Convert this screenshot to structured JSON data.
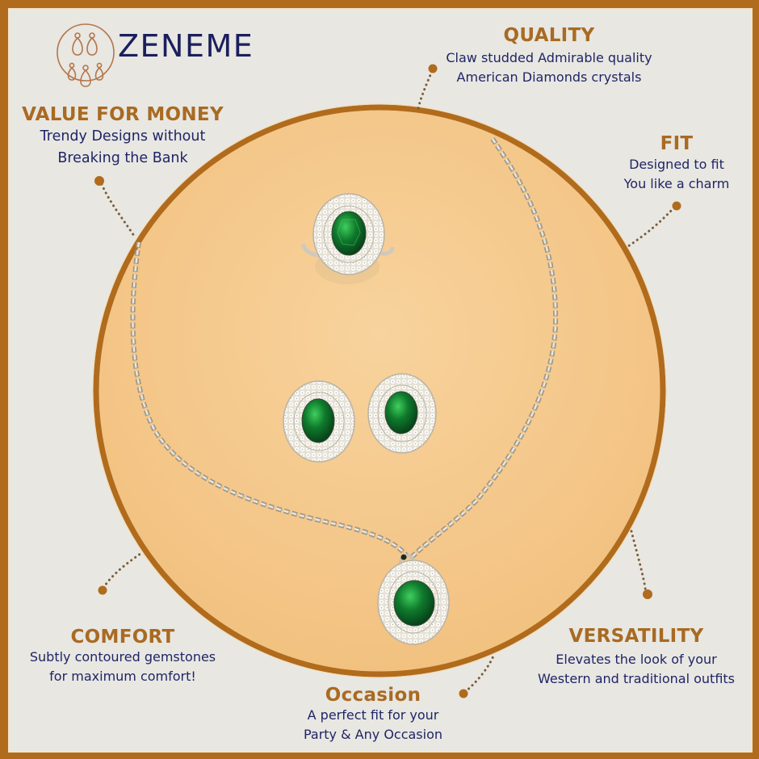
{
  "brand": {
    "name": "ZENEME",
    "logo_icon": "earring-necklace-logo-icon"
  },
  "colors": {
    "frame": "#b06b1c",
    "background": "#e8e7e2",
    "circle_fill": "#f5c98b",
    "circle_ring": "#b06b1c",
    "heading": "#a96a22",
    "body_text": "#1f2566",
    "emerald": "#0f7a2c",
    "dot": "#7a5c3a"
  },
  "features": {
    "quality": {
      "title": "QUALITY",
      "lines": [
        "Claw studded Admirable quality",
        "American Diamonds crystals"
      ]
    },
    "value": {
      "title": "VALUE FOR MONEY",
      "lines": [
        "Trendy Designs without",
        "Breaking the Bank"
      ]
    },
    "fit": {
      "title": "FIT",
      "lines": [
        "Designed to fit",
        "You like a charm"
      ]
    },
    "comfort": {
      "title": "COMFORT",
      "lines": [
        "Subtly contoured gemstones",
        "for maximum comfort!"
      ]
    },
    "versatility": {
      "title": "VERSATILITY",
      "lines": [
        "Elevates the look of your",
        "Western and traditional outfits"
      ]
    },
    "occasion": {
      "title": "Occasion",
      "lines": [
        "A perfect fit for your",
        "Party & Any Occasion"
      ]
    }
  },
  "product": {
    "items": [
      "ring",
      "earring-left",
      "earring-right",
      "pendant-necklace"
    ],
    "stone": "green emerald oval",
    "halo": "double american diamond halo"
  }
}
